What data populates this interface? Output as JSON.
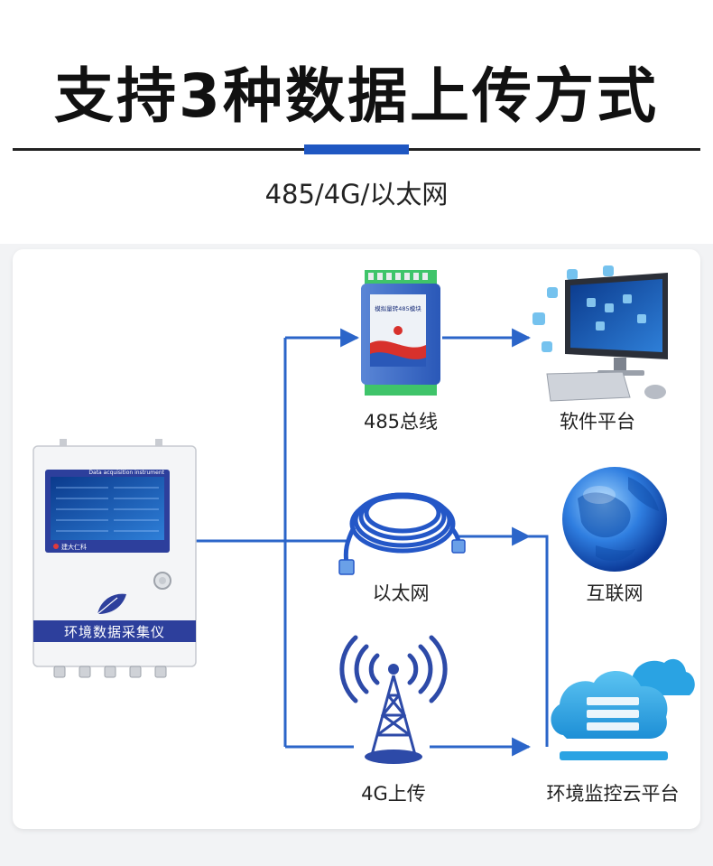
{
  "header": {
    "title": "支持3种数据上传方式",
    "subtitle": "485/4G/以太网"
  },
  "device": {
    "screen_title": "Data acquisition instrument",
    "screen_logo_text": "建大仁科",
    "panel_label": "环境数据采集仪"
  },
  "nodes": {
    "bus485": {
      "label": "485总线",
      "module_text": "模拟量转485模块"
    },
    "ethernet": {
      "label": "以太网"
    },
    "g4": {
      "label": "4G上传"
    },
    "software": {
      "label": "软件平台"
    },
    "internet": {
      "label": "互联网"
    },
    "cloud": {
      "label": "环境监控云平台"
    }
  },
  "colors": {
    "accent": "#1f57c2",
    "line": "#2b65c9",
    "device_bar": "#2d3f9c",
    "cloud": "#2aa3e3"
  }
}
